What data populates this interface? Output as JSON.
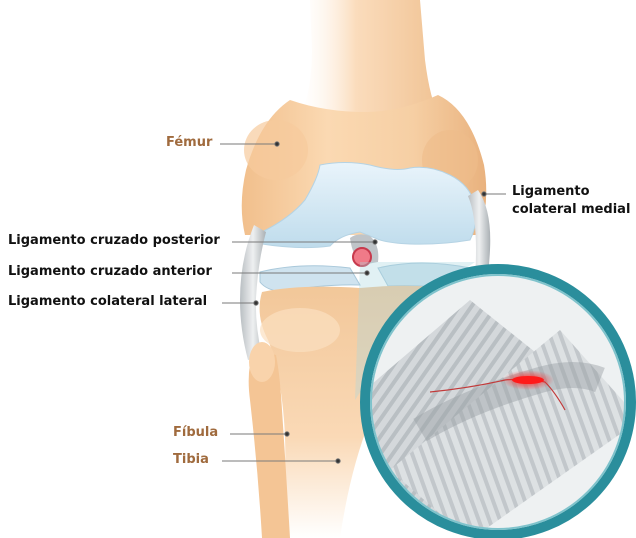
{
  "colors": {
    "bone": "#f2c89a",
    "bone_shadow": "#e6ad74",
    "cartilage": "#d6e9f4",
    "ligament": "#cfd3d6",
    "magnifier_ring": "#2a8e9c",
    "tear": "#ff1f1f",
    "label_brown": "#a06b3e",
    "label_black": "#111111"
  },
  "labels": {
    "femur": "Fémur",
    "fibula": "Fíbula",
    "tibia": "Tibia",
    "lig_colateral_medial_1": "Ligamento",
    "lig_colateral_medial_2": "colateral medial",
    "lig_cruzado_posterior": "Ligamento cruzado posterior",
    "lig_cruzado_anterior": "Ligamento cruzado anterior",
    "lig_colateral_lateral": "Ligamento colateral lateral"
  },
  "icons": {
    "magnifier": "magnifier-tear-detail"
  }
}
